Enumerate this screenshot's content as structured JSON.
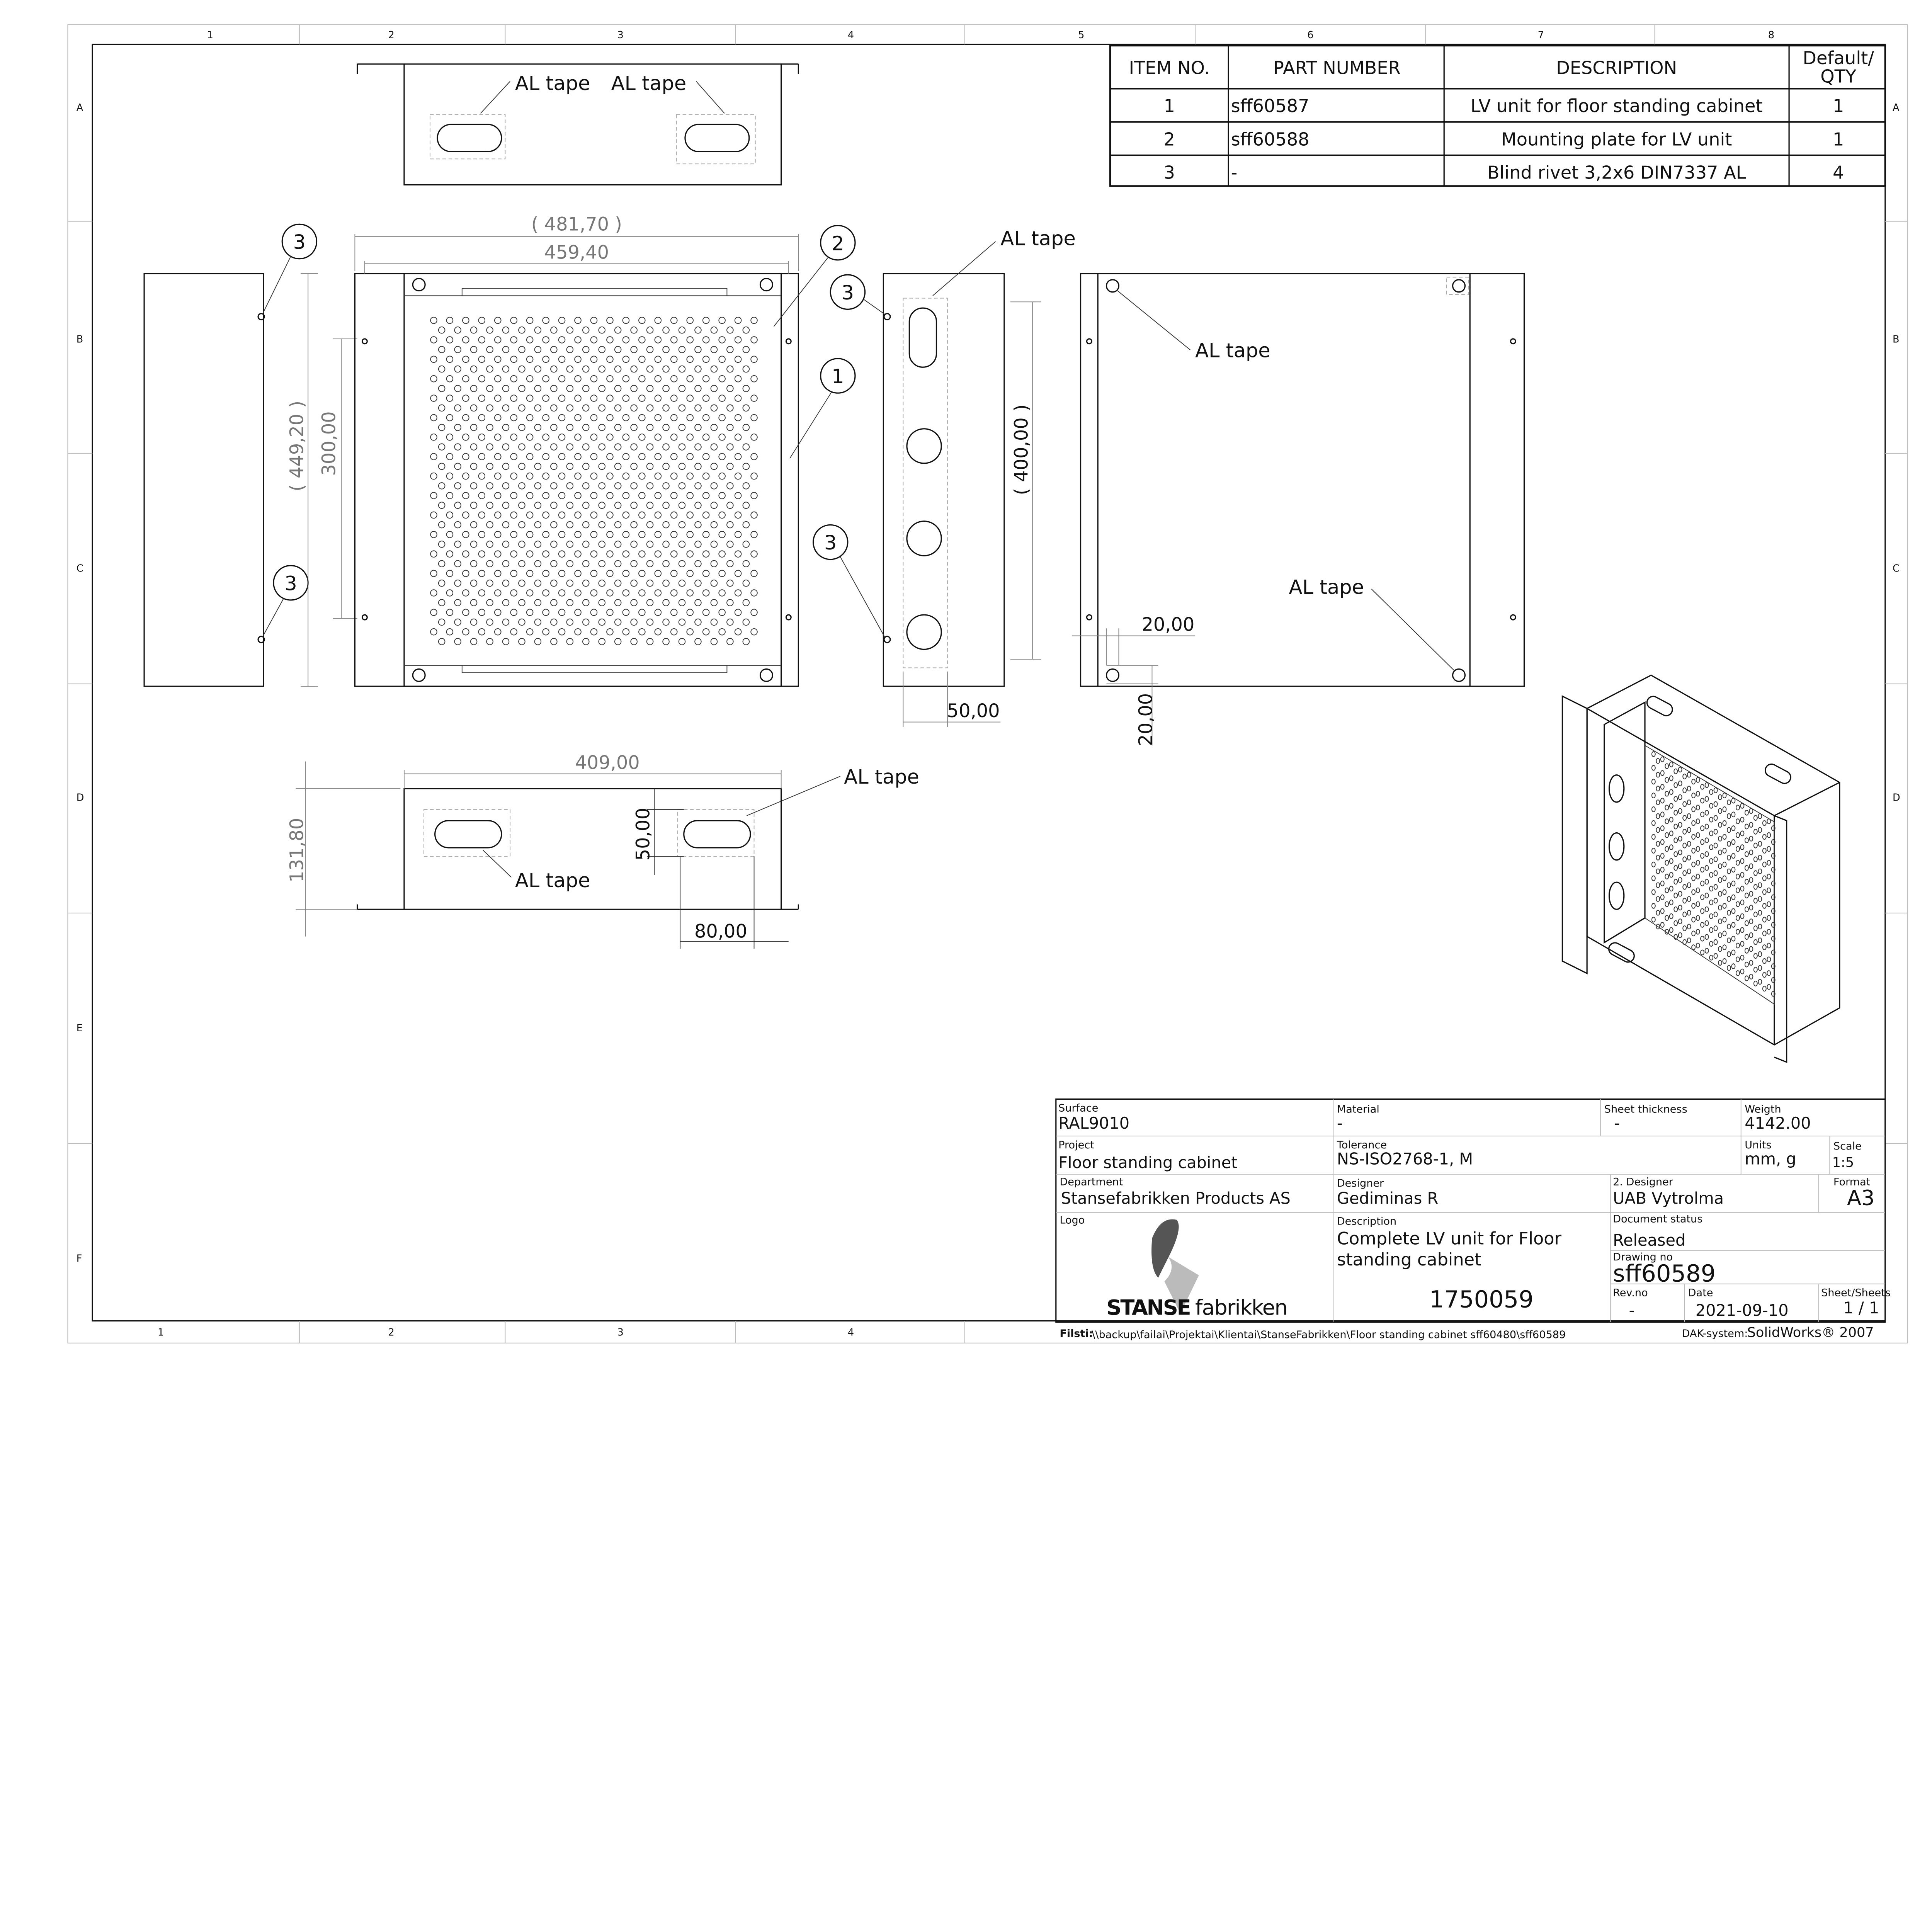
{
  "frame": {
    "zones_top": [
      "1",
      "2",
      "3",
      "4",
      "5",
      "6",
      "7",
      "8"
    ],
    "zones_bottom": [
      "1",
      "2",
      "3",
      "4"
    ],
    "zones_side": [
      "A",
      "B",
      "C",
      "D",
      "E",
      "F"
    ]
  },
  "bom": {
    "headers": [
      "ITEM NO.",
      "PART NUMBER",
      "DESCRIPTION",
      "Default/",
      "QTY"
    ],
    "rows": [
      {
        "item": "1",
        "part": "sff60587",
        "desc": "LV unit for floor standing cabinet",
        "qty": "1"
      },
      {
        "item": "2",
        "part": "sff60588",
        "desc": "Mounting plate for LV unit",
        "qty": "1"
      },
      {
        "item": "3",
        "part": "-",
        "desc": "Blind rivet 3,2x6 DIN7337 AL",
        "qty": "4"
      }
    ]
  },
  "annotations": {
    "al_tape": "AL tape"
  },
  "balloons": [
    "3",
    "2",
    "3",
    "1",
    "3",
    "3"
  ],
  "dimensions": {
    "overall_width": "481,70",
    "width": "459,40",
    "overall_height": "449,20",
    "height": "300,00",
    "side_height": "400,00",
    "side_offset": "50,00",
    "back_x": "20,00",
    "back_y": "20,00",
    "bottom_width": "409,00",
    "bottom_height": "131,80",
    "slot_h": "50,00",
    "slot_x": "80,00"
  },
  "title_block": {
    "surface_label": "Surface",
    "surface": "RAL9010",
    "material_label": "Material",
    "material": "-",
    "thickness_label": "Sheet thickness",
    "thickness": "-",
    "weight_label": "Weigth",
    "weight": "4142.00",
    "project_label": "Project",
    "project": "Floor standing cabinet",
    "tolerance_label": "Tolerance",
    "tolerance": "NS-ISO2768-1, M",
    "units_label": "Units",
    "units": "mm, g",
    "scale_label": "Scale",
    "scale": "1:5",
    "department_label": "Department",
    "department": "Stansefabrikken Products AS",
    "designer_label": "Designer",
    "designer": "Gediminas R",
    "designer2_label": "2. Designer",
    "designer2": "UAB Vytrolma",
    "format_label": "Format",
    "format": "A3",
    "logo_label": "Logo",
    "logo_text_bold": "STANSE",
    "logo_text": "fabrikken",
    "description_label": "Description",
    "description_1": "Complete LV unit for Floor",
    "description_2": "standing cabinet",
    "number": "1750059",
    "status_label": "Document status",
    "status": "Released",
    "drawing_label": "Drawing no",
    "drawing_no": "sff60589",
    "rev_label": "Rev.no",
    "rev": "-",
    "date_label": "Date",
    "date": "2021-09-10",
    "sheet_label": "Sheet/Sheets",
    "sheet": "1 / 1",
    "path_label": "Filsti:",
    "path": "\\\\backup\\failai\\Projektai\\Klientai\\StanseFabrikken\\Floor standing cabinet sff60480\\sff60589",
    "cad_label": "DAK-system:",
    "cad": "SolidWorks® 2007"
  }
}
